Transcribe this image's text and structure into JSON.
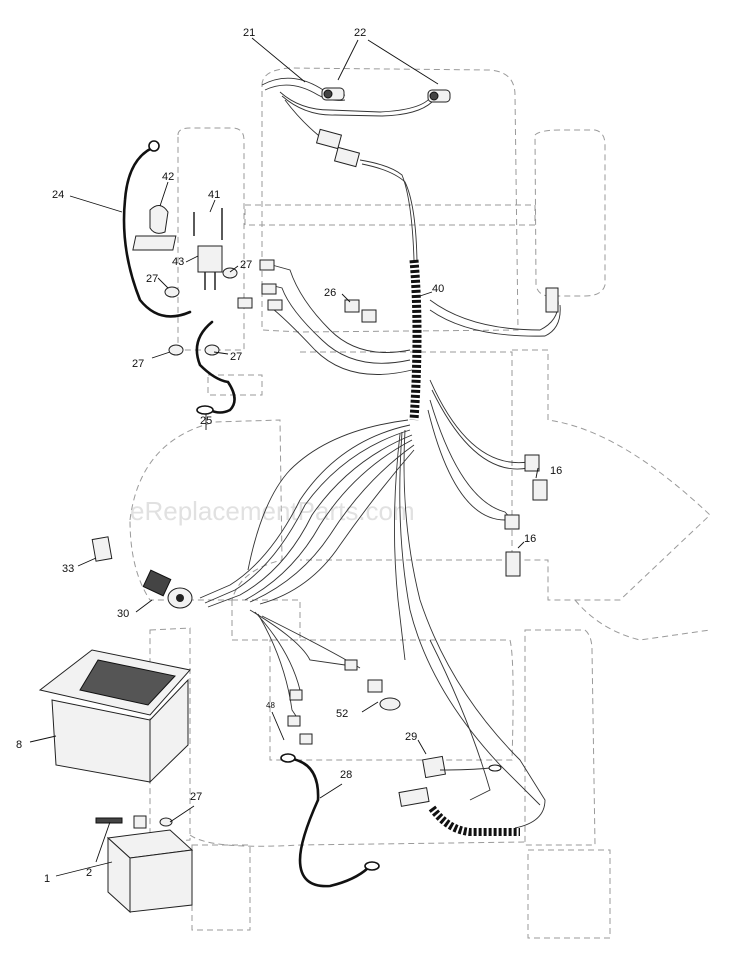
{
  "watermark": "eReplacementParts.com",
  "callouts": {
    "c21": "21",
    "c22": "22",
    "c24": "24",
    "c42": "42",
    "c41": "41",
    "c43": "43",
    "c27a": "27",
    "c27b": "27",
    "c27c": "27",
    "c27d": "27",
    "c27e": "27",
    "c26": "26",
    "c40": "40",
    "c25": "25",
    "c16a": "16",
    "c16b": "16",
    "c33": "33",
    "c30": "30",
    "c8": "8",
    "c48": "48",
    "c52": "52",
    "c29": "29",
    "c28": "28",
    "c2": "2",
    "c1": "1"
  }
}
